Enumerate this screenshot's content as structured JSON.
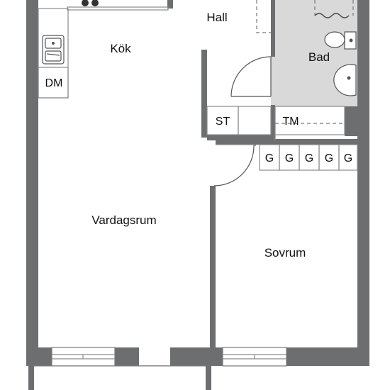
{
  "rooms": {
    "hall": "Hall",
    "kok": "Kök",
    "bad": "Bad",
    "vardagsrum": "Vardagsrum",
    "sovrum": "Sovrum"
  },
  "fixtures": {
    "dm": "DM",
    "st": "ST",
    "tm": "TM",
    "g": [
      "G",
      "G",
      "G",
      "G",
      "G"
    ]
  },
  "colors": {
    "wall": "#6d6e70",
    "bathroom_floor": "#d9d9d9",
    "background": "#ffffff"
  }
}
